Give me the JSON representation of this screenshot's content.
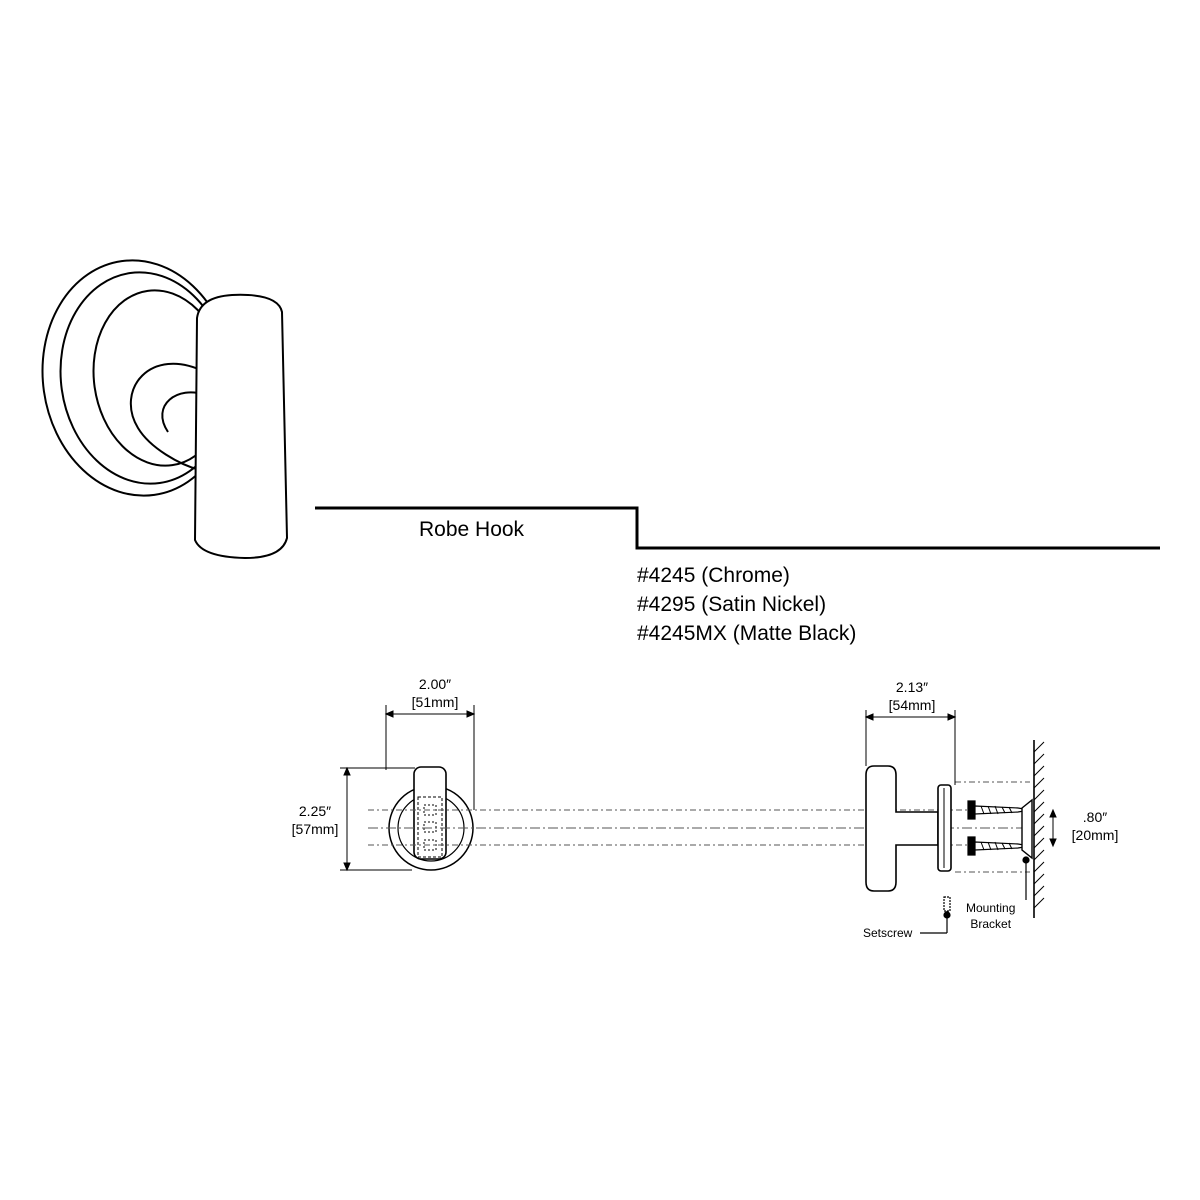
{
  "product": {
    "name": "Robe Hook",
    "skus": [
      "#4245 (Chrome)",
      "#4295 (Satin Nickel)",
      "#4245MX (Matte Black)"
    ]
  },
  "dimensions": {
    "front_width": {
      "inches": "2.00″",
      "mm": "[51mm]"
    },
    "side_depth": {
      "inches": "2.13″",
      "mm": "[54mm]"
    },
    "front_height": {
      "inches": "2.25″",
      "mm": "[57mm]"
    },
    "screw_spacing": {
      "inches": ".80″",
      "mm": "[20mm]"
    }
  },
  "callouts": {
    "setscrew": "Setscrew",
    "mounting_bracket_line1": "Mounting",
    "mounting_bracket_line2": "Bracket"
  },
  "colors": {
    "line": "#000000",
    "background": "#ffffff",
    "hidden_line": "#444444"
  }
}
